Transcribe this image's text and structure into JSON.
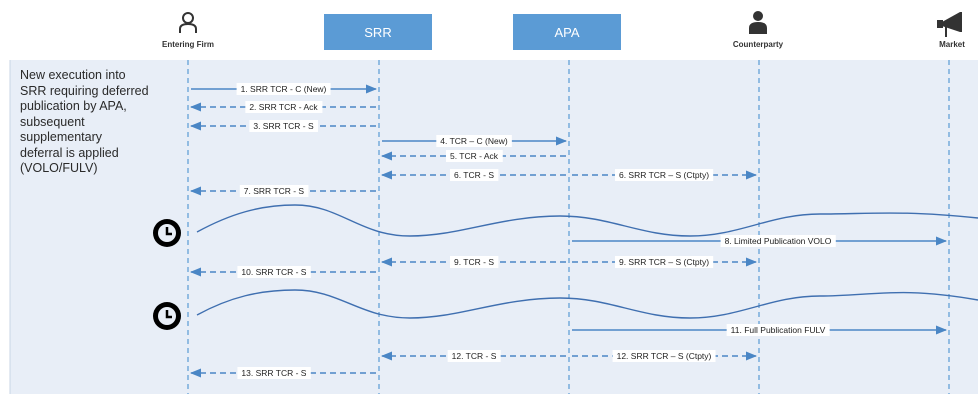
{
  "actors": [
    {
      "id": "entering_firm",
      "label": "Entering Firm",
      "icon": "person-outline-icon"
    },
    {
      "id": "srr",
      "label": "SRR",
      "icon": "box"
    },
    {
      "id": "apa",
      "label": "APA",
      "icon": "box"
    },
    {
      "id": "counterparty",
      "label": "Counterparty",
      "icon": "person-filled-icon"
    },
    {
      "id": "market",
      "label": "Market",
      "icon": "megaphone-icon"
    }
  ],
  "scenario_lines": [
    "New execution into",
    "SRR requiring deferred",
    "publication by APA,",
    "subsequent",
    "supplementary",
    "deferral is applied",
    "(VOLO/FULV)"
  ],
  "messages": [
    {
      "label": "1. SRR TCR - C (New)",
      "from": "entering_firm",
      "to": "srr",
      "style": "solid"
    },
    {
      "label": "2. SRR TCR - Ack",
      "from": "srr",
      "to": "entering_firm",
      "style": "dashed"
    },
    {
      "label": "3. SRR TCR - S",
      "from": "srr",
      "to": "entering_firm",
      "style": "dashed"
    },
    {
      "label": "4. TCR – C (New)",
      "from": "srr",
      "to": "apa",
      "style": "solid"
    },
    {
      "label": "5. TCR - Ack",
      "from": "apa",
      "to": "srr",
      "style": "dashed"
    },
    {
      "label": "6. TCR - S",
      "from": "apa",
      "to": "srr",
      "style": "dashed"
    },
    {
      "label": "6. SRR TCR – S (Ctpty)",
      "from": "apa",
      "to": "counterparty",
      "style": "dashed"
    },
    {
      "label": "7. SRR TCR - S",
      "from": "srr",
      "to": "entering_firm",
      "style": "dashed"
    },
    {
      "label": "8. Limited Publication VOLO",
      "from": "apa",
      "to": "market",
      "style": "solid"
    },
    {
      "label": "9. TCR - S",
      "from": "apa",
      "to": "srr",
      "style": "dashed"
    },
    {
      "label": "9. SRR TCR – S (Ctpty)",
      "from": "apa",
      "to": "counterparty",
      "style": "dashed"
    },
    {
      "label": "10. SRR TCR - S",
      "from": "srr",
      "to": "entering_firm",
      "style": "dashed"
    },
    {
      "label": "11. Full Publication FULV",
      "from": "apa",
      "to": "market",
      "style": "solid"
    },
    {
      "label": "12. TCR - S",
      "from": "apa",
      "to": "srr",
      "style": "dashed"
    },
    {
      "label": "12. SRR TCR – S (Ctpty)",
      "from": "apa",
      "to": "counterparty",
      "style": "dashed"
    },
    {
      "label": "13. SRR TCR - S",
      "from": "srr",
      "to": "entering_firm",
      "style": "dashed"
    }
  ],
  "time_delays": [
    {
      "icon": "clock-icon",
      "after_message": "7. SRR TCR - S"
    },
    {
      "icon": "clock-icon",
      "after_message": "10. SRR TCR - S"
    }
  ],
  "colors": {
    "panel_bg": "#e8eef7",
    "box_fill": "#5b9bd5",
    "arrow": "#4a86c5",
    "wave": "#3f6fb0"
  }
}
